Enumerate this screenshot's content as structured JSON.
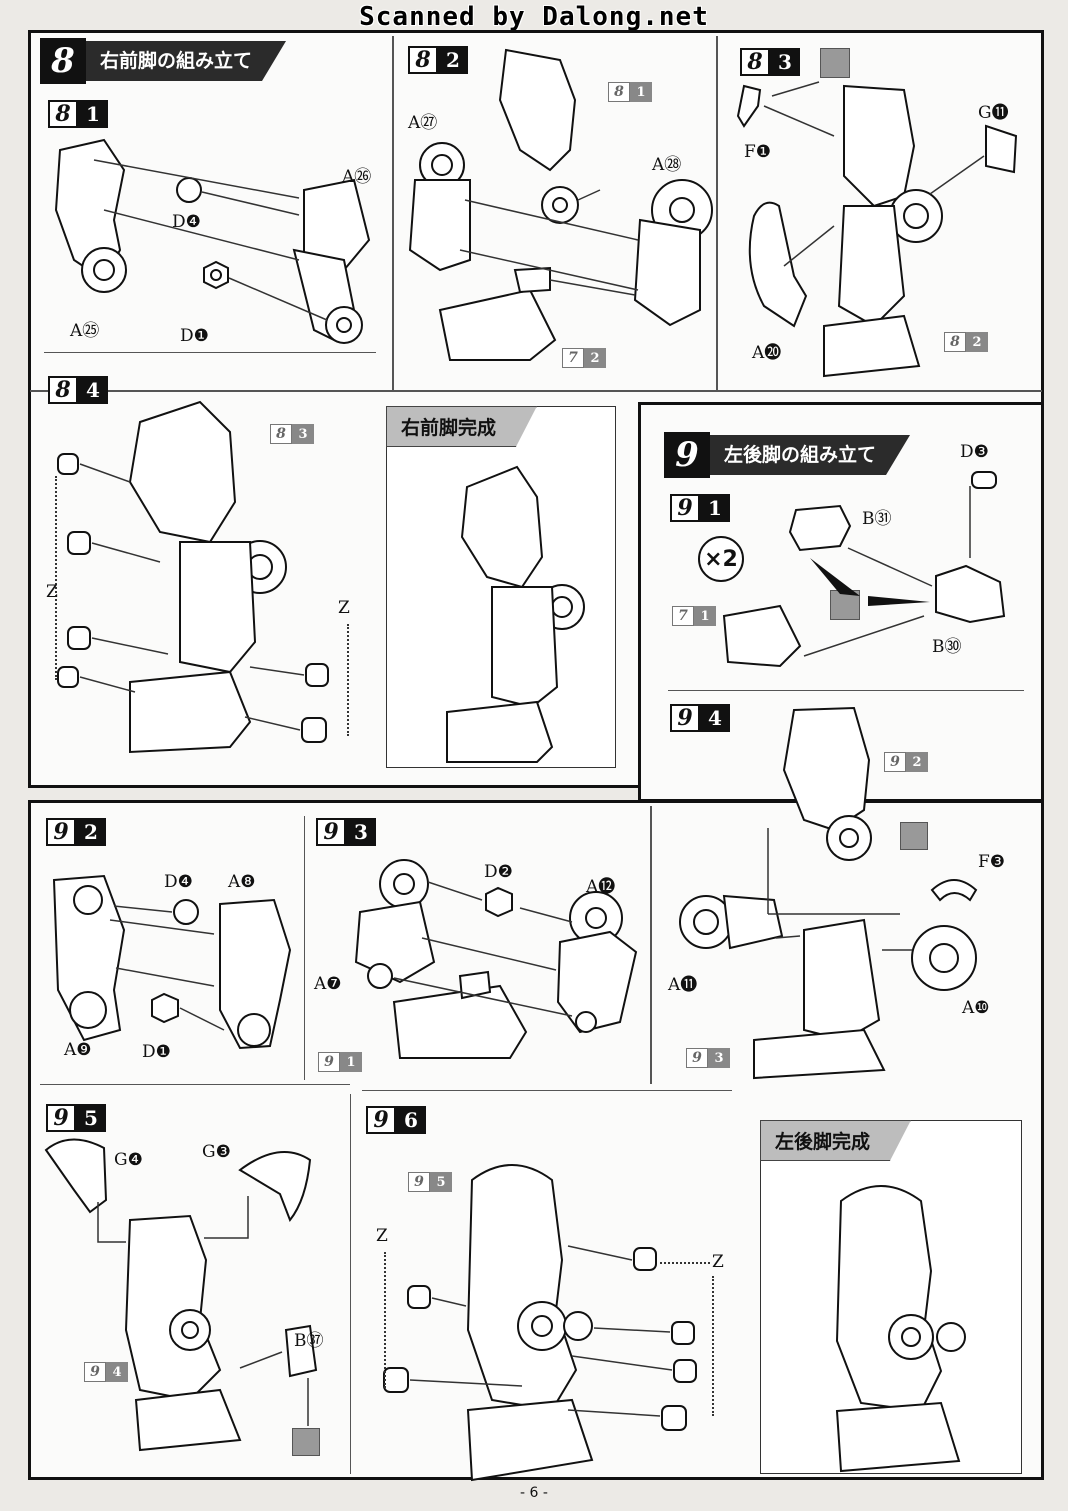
{
  "header": {
    "scan_credit": "Scanned by Dalong.net"
  },
  "section8": {
    "number": "8",
    "title": "右前脚の組み立て",
    "complete_title": "右前脚完成",
    "steps": [
      {
        "major": "8",
        "minor": "1"
      },
      {
        "major": "8",
        "minor": "2"
      },
      {
        "major": "8",
        "minor": "3"
      },
      {
        "major": "8",
        "minor": "4"
      }
    ],
    "refs": {
      "s2": {
        "major": "8",
        "minor": "1"
      },
      "s3": {
        "major": "8",
        "minor": "2"
      },
      "s4": {
        "major": "8",
        "minor": "3"
      },
      "s2b": {
        "major": "7",
        "minor": "2"
      }
    },
    "labels": {
      "s1_a26": "A㉖",
      "s1_d4": "D❹",
      "s1_a25": "A㉕",
      "s1_d1": "D❶",
      "s2_a27": "A㉗",
      "s2_a28": "A㉘",
      "s3_f1": "F❶",
      "s3_g11": "G⓫",
      "s3_a20": "A⓴",
      "s4_z1": "Z",
      "s4_z2": "Z"
    }
  },
  "section9": {
    "number": "9",
    "title": "左後脚の組み立て",
    "complete_title": "左後脚完成",
    "multiplier": "×2",
    "steps": [
      {
        "major": "9",
        "minor": "1"
      },
      {
        "major": "9",
        "minor": "2"
      },
      {
        "major": "9",
        "minor": "3"
      },
      {
        "major": "9",
        "minor": "4"
      },
      {
        "major": "9",
        "minor": "5"
      },
      {
        "major": "9",
        "minor": "6"
      }
    ],
    "refs": {
      "s1": {
        "major": "7",
        "minor": "1"
      },
      "s3": {
        "major": "9",
        "minor": "1"
      },
      "s4a": {
        "major": "9",
        "minor": "2"
      },
      "s4b": {
        "major": "9",
        "minor": "3"
      },
      "s5": {
        "major": "9",
        "minor": "4"
      },
      "s6": {
        "major": "9",
        "minor": "5"
      }
    },
    "labels": {
      "s1_d3": "D❸",
      "s1_b31": "B㉛",
      "s1_b30": "B㉚",
      "s2_d4": "D❹",
      "s2_a8": "A❽",
      "s2_a9": "A❾",
      "s2_d1": "D❶",
      "s3_d2": "D❷",
      "s3_a12": "A⓬",
      "s3_a7": "A❼",
      "s4_f3": "F❸",
      "s4_a11": "A⓫",
      "s4_a10": "A❿",
      "s5_g4": "G❹",
      "s5_g3": "G❸",
      "s5_b37": "B㊲",
      "s6_z1": "Z",
      "s6_z2": "Z"
    }
  },
  "footer": {
    "page": "- 6 -"
  }
}
